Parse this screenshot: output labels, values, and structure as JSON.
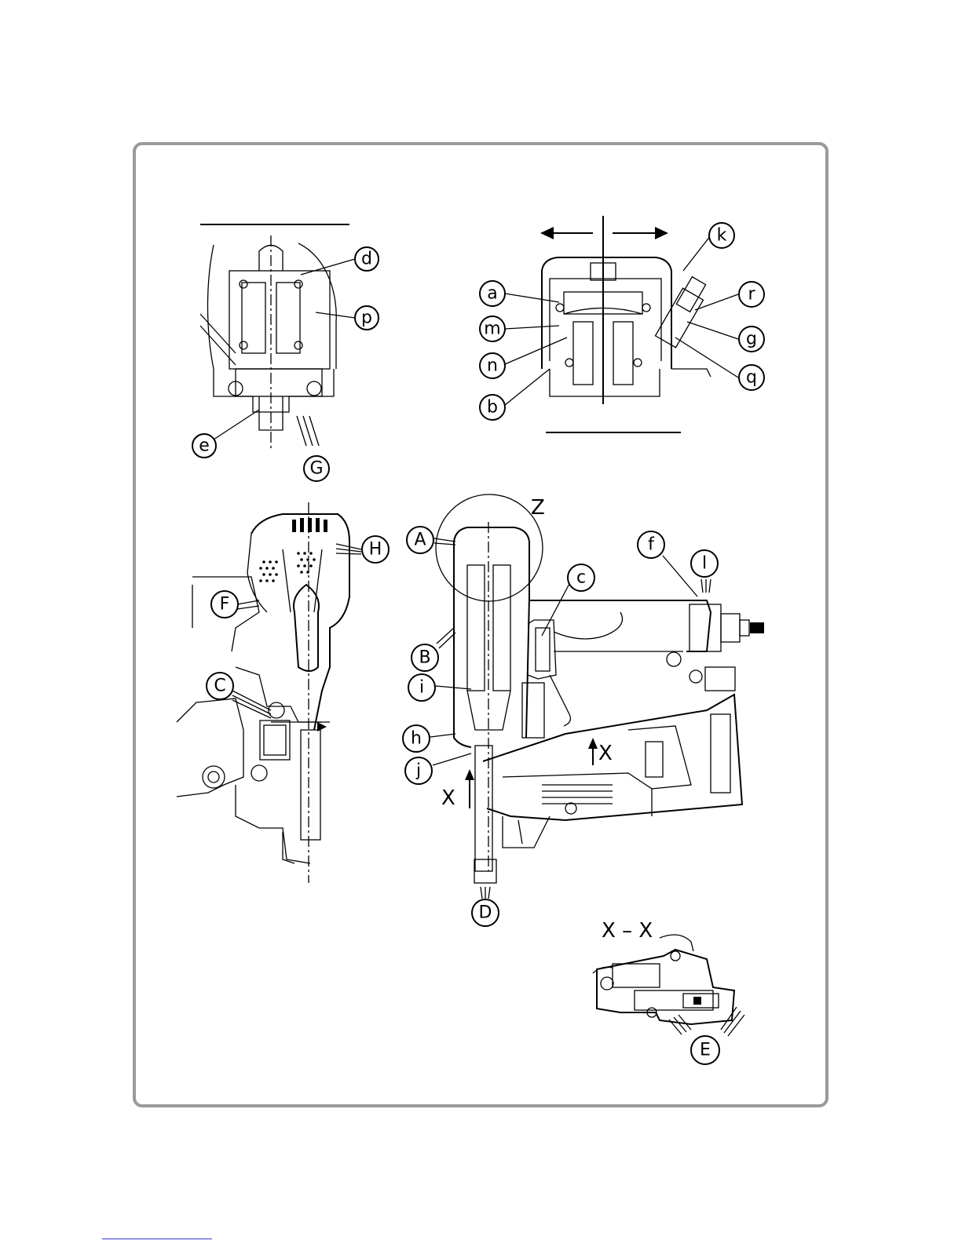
{
  "callouts": {
    "a": "a",
    "b": "b",
    "c": "c",
    "d": "d",
    "e": "e",
    "f": "f",
    "g": "g",
    "h": "h",
    "i": "i",
    "j": "j",
    "k": "k",
    "l": "l",
    "m": "m",
    "n": "n",
    "p": "p",
    "q": "q",
    "r": "r",
    "A": "A",
    "B": "B",
    "C": "C",
    "D": "D",
    "E": "E",
    "F": "F",
    "G": "G",
    "H": "H"
  },
  "markers": {
    "z": "Z",
    "x_left": "X",
    "x_right": "X",
    "section": "X – X"
  },
  "colors": {
    "frame": "#9a9a9a",
    "ink": "#000000",
    "footer_line": "#3333cc"
  }
}
